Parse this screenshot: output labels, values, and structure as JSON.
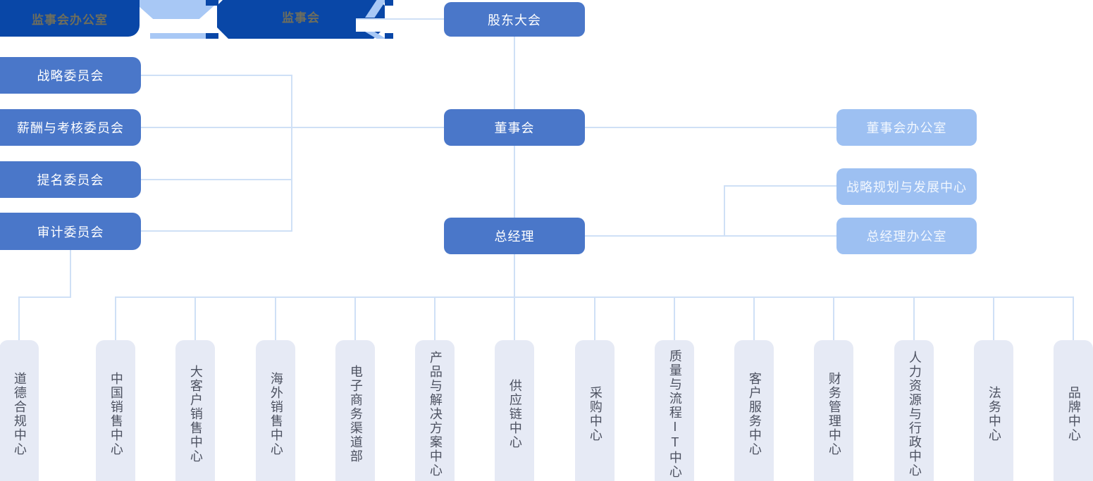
{
  "nodes": {
    "supervisory_office": "监事会办公室",
    "supervisory_board": "监事会",
    "shareholders_meeting": "股东大会",
    "board_of_directors": "董事会",
    "general_manager": "总经理"
  },
  "committees": [
    "战略委员会",
    "薪酬与考核委员会",
    "提名委员会",
    "审计委员会"
  ],
  "offices": [
    "董事会办公室",
    "战略规划与发展中心",
    "总经理办公室"
  ],
  "departments": [
    "道德合规中心",
    "中国销售中心",
    "大客户销售中心",
    "海外销售中心",
    "电子商务渠道部",
    "产品与解决方案中心",
    "供应链中心",
    "采购中心",
    "质量与流程IT中心",
    "客户服务中心",
    "财务管理中心",
    "人力资源与行政中心",
    "法务中心",
    "品牌中心"
  ],
  "colors": {
    "node_primary": "#4a77c9",
    "node_light_blue": "#9dc0f2",
    "node_dark_blue": "#0947a7",
    "dark_node_text": "#6e6e5c",
    "department_fill": "#e6eaf5",
    "department_text": "#4d5261",
    "connector_line": "#cfe0f6",
    "decor_light_blue": "#a8c8f5"
  }
}
